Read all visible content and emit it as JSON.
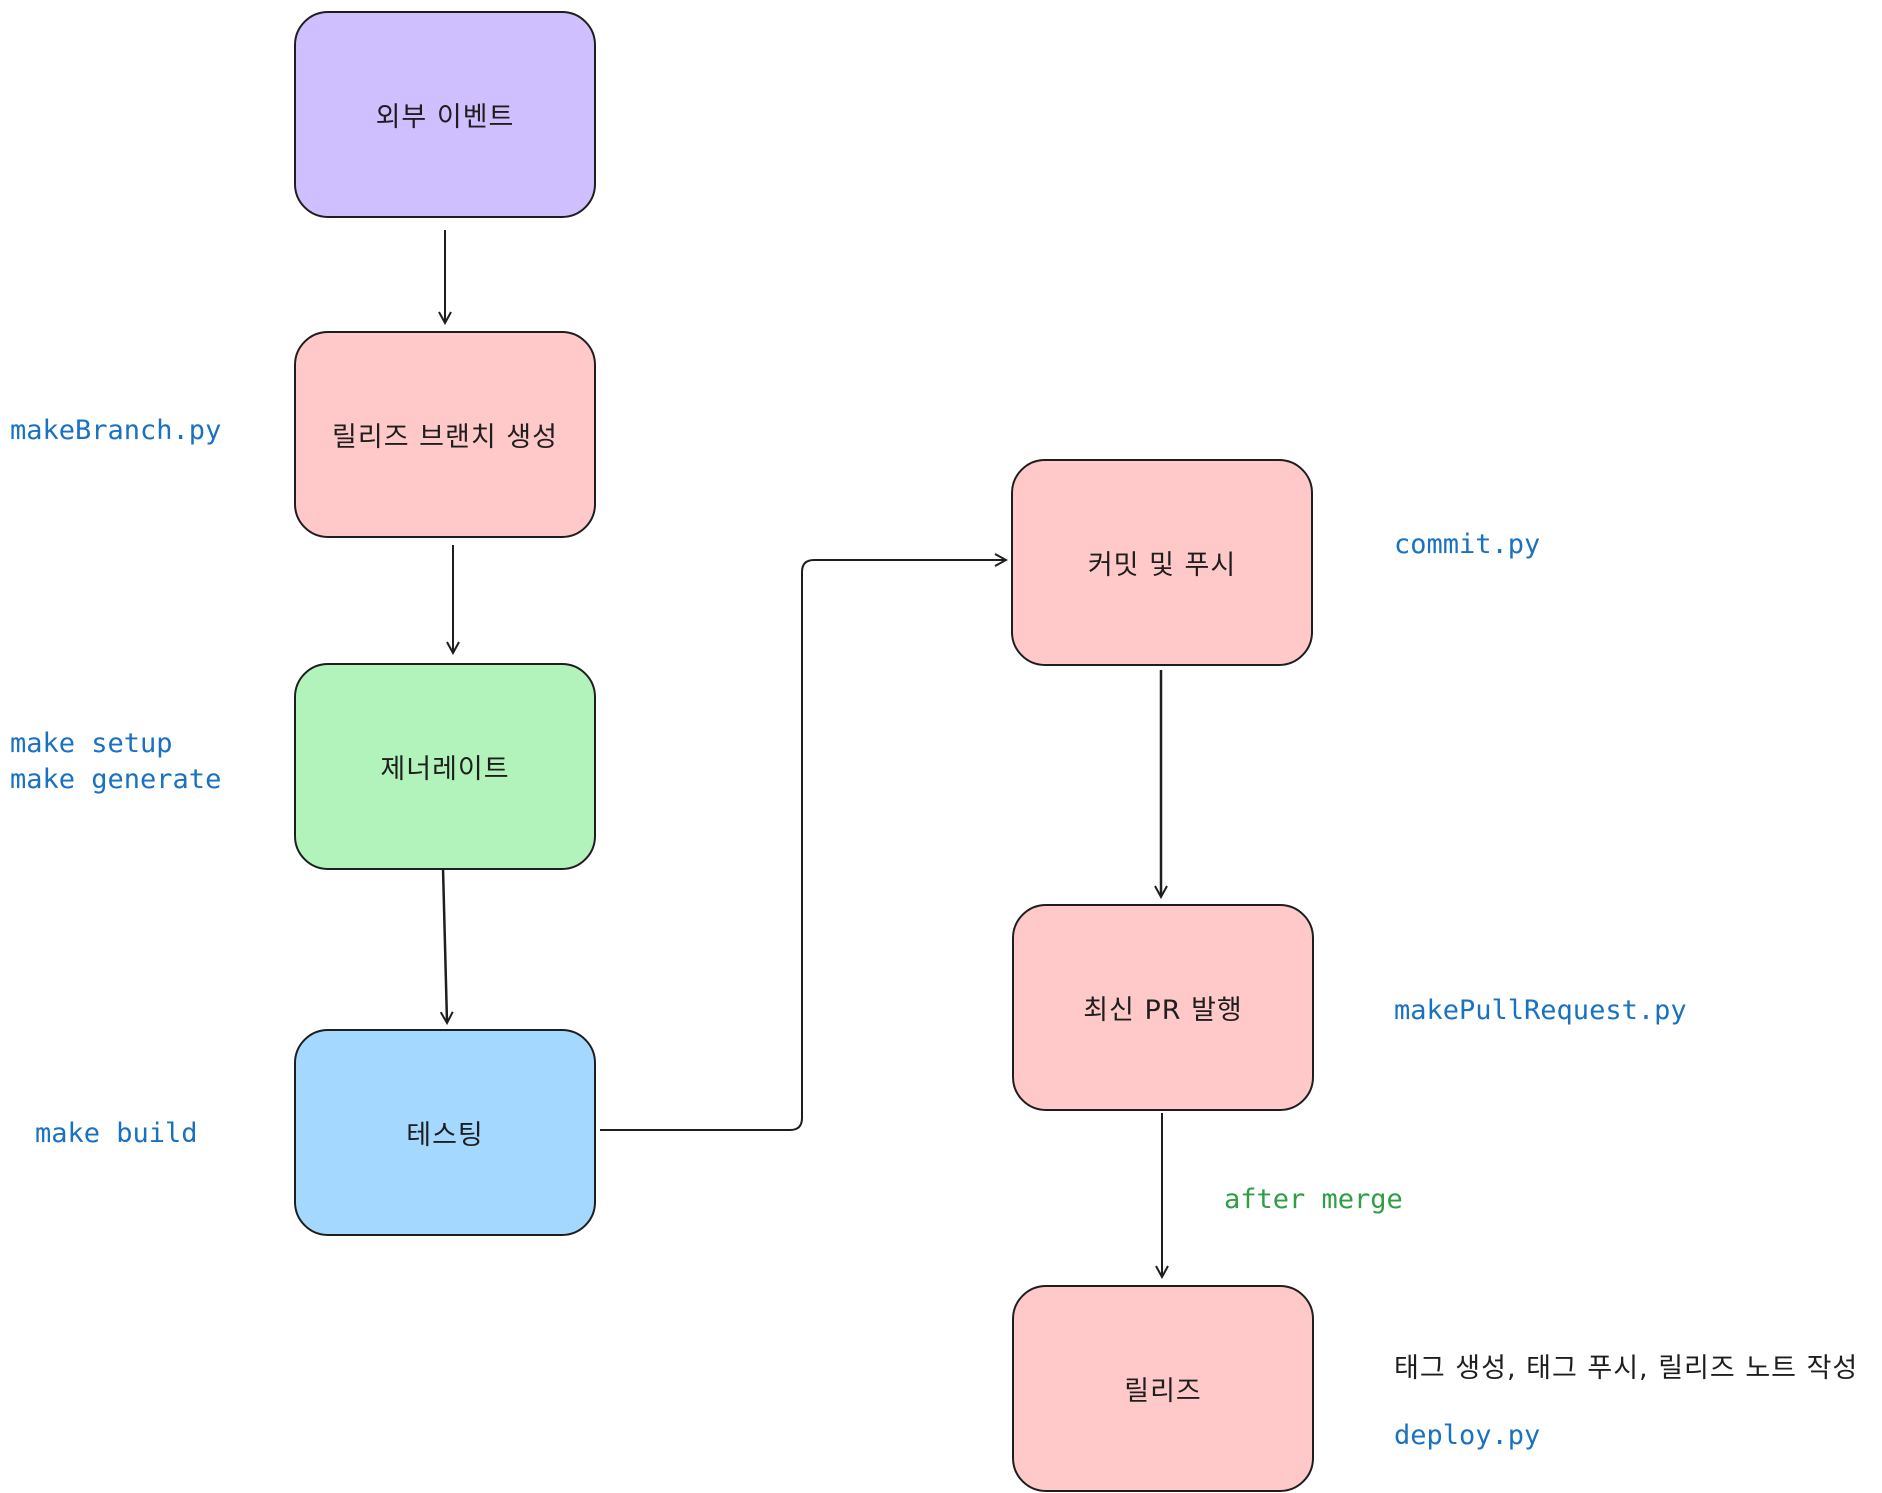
{
  "colors": {
    "purple": "#d0bfff",
    "red": "#ffc9c9",
    "green": "#b2f2bb",
    "blue": "#a5d8ff",
    "stroke": "#1e1e1e",
    "note_blue": "#1971c2",
    "note_green": "#2f9e44"
  },
  "nodes": {
    "external_event": "외부 이벤트",
    "release_branch": "릴리즈 브랜치 생성",
    "generate": "제너레이트",
    "testing": "테스팅",
    "commit_push": "커밋 및 푸시",
    "latest_pr": "최신 PR 발행",
    "release": "릴리즈"
  },
  "notes": {
    "make_branch": "makeBranch.py",
    "make_setup": "make setup",
    "make_generate": "make generate",
    "make_build": "make build",
    "commit": "commit.py",
    "make_pull_request": "makePullRequest.py",
    "after_merge": "after merge",
    "release_tasks": "태그 생성, 태그 푸시, 릴리즈 노트 작성",
    "deploy": "deploy.py"
  }
}
